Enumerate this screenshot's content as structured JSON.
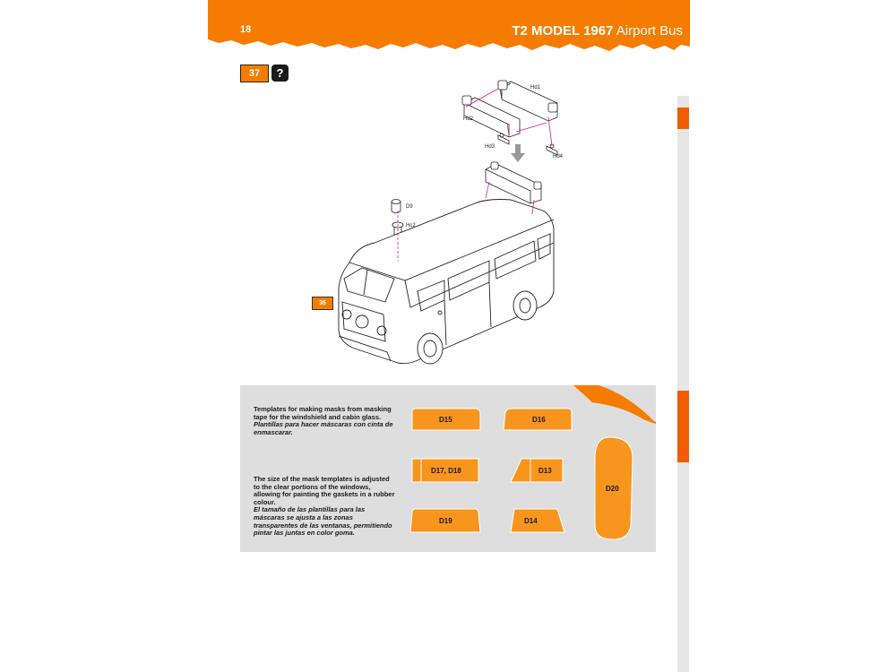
{
  "header": {
    "page_number": "18",
    "title_bold": "T2 MODEL 1967",
    "title_light": "Airport Bus",
    "accent_color": "#f57c00"
  },
  "step": {
    "number": "37",
    "help_symbol": "?",
    "reference_step": "36"
  },
  "diagram": {
    "part_labels": {
      "hd1": "Hd1",
      "hd2": "Hd2",
      "hd3": "Hd3",
      "hd4": "Hd4",
      "d9": "D9",
      "hc2": "Hc2"
    },
    "arrow_icon": "down-arrow-icon",
    "guide_color": "#e0198a"
  },
  "masks": {
    "text_en_1": "Templates for making masks from masking tape for the windshield and cabin glass.",
    "text_es_1": "Plantillas para hacer máscaras con cinta de enmascarar.",
    "text_en_2": "The size of the mask templates is adjusted to the clear portions of the windows, allowing for painting the gaskets in a rubber colour.",
    "text_es_2": "El tamaño de las plantillas para las máscaras se ajusta a las zonas transparentes de las ventanas, permitiendo pintar las juntas en color goma.",
    "templates": {
      "d15": "D15",
      "d16": "D16",
      "d17_d18": "D17, D18",
      "d13": "D13",
      "d19": "D19",
      "d14": "D14",
      "d20": "D20"
    },
    "template_color": "#f7951d",
    "panel_color": "#dedede"
  }
}
